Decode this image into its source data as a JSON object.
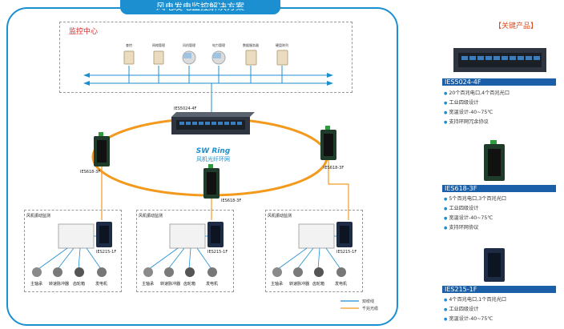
{
  "title": "风电发电监控解决方案",
  "control_center": {
    "label": "监控中心",
    "workstations": [
      {
        "label": "查控"
      },
      {
        "label": "网络管理"
      },
      {
        "label": "风机管理"
      },
      {
        "label": "电力管理"
      },
      {
        "label": "数据服务器"
      },
      {
        "label": "硬盘阵列"
      }
    ]
  },
  "core_switch": {
    "label": "IES5024-4F"
  },
  "ring": {
    "name_en": "SW Ring",
    "name_cn": "风机光纤环网"
  },
  "ring_switches": [
    {
      "label": "IES618-3F"
    },
    {
      "label": "IES618-3F"
    },
    {
      "label": "IES618-3F"
    }
  ],
  "monitor_groups": [
    {
      "title": "风机振动监测",
      "switch_label": "IES215-1F",
      "sensors": [
        {
          "label": "主轴承"
        },
        {
          "label": "转速脉冲器"
        },
        {
          "label": "齿轮箱"
        },
        {
          "label": "发电机"
        }
      ]
    },
    {
      "title": "风机振动监测",
      "switch_label": "IES215-1F",
      "sensors": [
        {
          "label": "主轴承"
        },
        {
          "label": "转速脉冲器"
        },
        {
          "label": "齿轮箱"
        },
        {
          "label": "发电机"
        }
      ]
    },
    {
      "title": "风机振动监测",
      "switch_label": "IES215-1F",
      "sensors": [
        {
          "label": "主轴承"
        },
        {
          "label": "转速脉冲器"
        },
        {
          "label": "齿轮箱"
        },
        {
          "label": "发电机"
        }
      ]
    }
  ],
  "legend": [
    {
      "label": "双绞线",
      "color": "#1c8fd0"
    },
    {
      "label": "千兆光缆",
      "color": "#f39a1e"
    }
  ],
  "key_products": {
    "title": "【关键产品】",
    "products": [
      {
        "name": "IES5024-4F",
        "features": [
          "20个百兆电口,4个百兆光口",
          "工业四级设计",
          "宽温设计-40~75℃",
          "支持环网冗余协议"
        ]
      },
      {
        "name": "IES618-3F",
        "features": [
          "5个百兆电口,3个百兆光口",
          "工业四级设计",
          "宽温设计-40~75℃",
          "支持环网协议"
        ]
      },
      {
        "name": "IES215-1F",
        "features": [
          "4个百兆电口,1个百兆光口",
          "工业四级设计",
          "宽温设计-40~75℃"
        ]
      }
    ]
  }
}
